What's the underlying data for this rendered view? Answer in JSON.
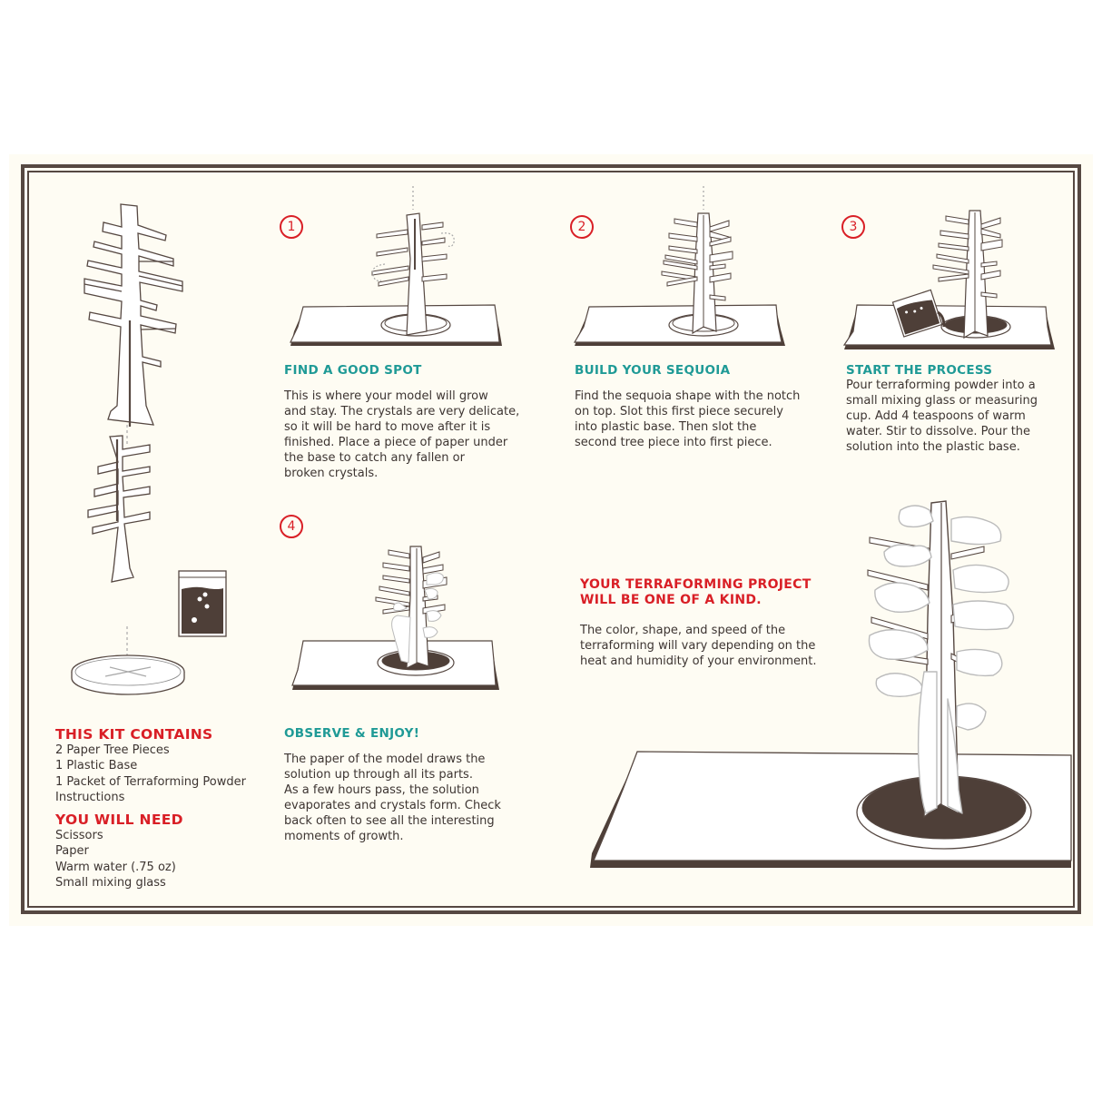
{
  "colors": {
    "frame": "#564842",
    "paper": "#fefcf3",
    "teal": "#1f9a96",
    "red": "#d91f26",
    "text": "#3d3532",
    "solution": "#4e3f38"
  },
  "steps": [
    {
      "number": "1",
      "title": "FIND A GOOD SPOT",
      "body": "This is where your model will grow\nand stay. The crystals are very delicate,\nso it will be hard to move after it is\nfinished. Place a piece of paper under\nthe base to catch any fallen or\nbroken crystals."
    },
    {
      "number": "2",
      "title": "BUILD YOUR SEQUOIA",
      "body": "Find the sequoia shape with the notch\non top. Slot this first piece securely\ninto plastic base. Then slot the\nsecond tree piece into first piece."
    },
    {
      "number": "3",
      "title": "START THE PROCESS",
      "body": "Pour terraforming powder into a\nsmall mixing glass or measuring\ncup. Add 4 teaspoons of warm\nwater. Stir to dissolve.  Pour the\nsolution into the plastic base."
    },
    {
      "number": "4",
      "title": "OBSERVE & ENJOY!",
      "body": "The paper of the model draws the\nsolution up through all its parts.\nAs a few hours pass, the solution\nevaporates and crystals form. Check\nback often to see all the interesting\nmoments of growth."
    }
  ],
  "kit": {
    "title": "THIS KIT CONTAINS",
    "items": [
      "2 Paper Tree Pieces",
      "1 Plastic Base",
      "1 Packet of Terraforming Powder",
      "Instructions"
    ]
  },
  "need": {
    "title": "YOU WILL NEED",
    "items": [
      "Scissors",
      "Paper",
      "Warm water (.75 oz)",
      "Small mixing glass"
    ]
  },
  "result": {
    "title_line1": "YOUR TERRAFORMING PROJECT",
    "title_line2": "WILL BE ONE OF A KIND.",
    "body": "The color, shape, and speed of the\nterraforming will vary depending on the\nheat and humidity of your environment."
  },
  "illustrations": {
    "parts": "tree-pieces-and-base-illustration",
    "step1": "tree-in-base-on-paper",
    "step2": "assembled-sequoia-in-base",
    "step3": "pouring-solution-into-base",
    "step4": "crystals-forming",
    "final": "fully-grown-crystal-sequoia"
  }
}
